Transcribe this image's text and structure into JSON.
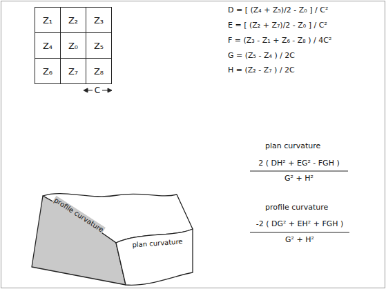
{
  "diagram": {
    "nodes": [
      {
        "text": [
          "Z₁"
        ]
      },
      {
        "text": [
          "Z₂"
        ]
      },
      {
        "text": [
          "Z₃"
        ]
      },
      {
        "text": [
          "Z₄"
        ]
      },
      {
        "text": [
          "Z₀"
        ]
      },
      {
        "text": [
          "Z₅"
        ]
      },
      {
        "text": [
          "Z₆"
        ]
      },
      {
        "text": [
          "Z₇"
        ]
      },
      {
        "text": [
          "Z₈"
        ]
      }
    ],
    "labels": [
      "C",
      "D = [ (Z₄ + Z₅)/2 - Z₀ ] / C²",
      "E = [ (Z₂ + Z₇)/2 - Z₀ ] / C²",
      "F = (Z₃ - Z₁ + Z₆ - Z₈ ) / 4C²",
      "G = (Z₅ - Z₄ ) / 2C",
      "H = (Z₂ - Z₇ ) / 2C",
      "plan curvature",
      "2 ( DH² + EG² - FGH )",
      "G² + H²",
      "profile curvature",
      "-2 ( DG² + EH² + FGH )",
      "G² + H²",
      "profile curvature",
      "plan curvature"
    ]
  }
}
